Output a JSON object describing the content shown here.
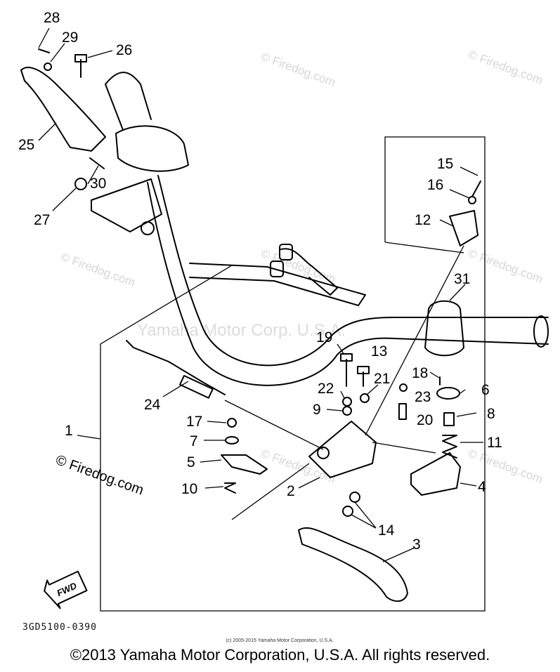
{
  "watermark": {
    "text": "© Firedog.com",
    "center_text": "Yamaha Motor Corp. U.S.A."
  },
  "callouts": [
    "28",
    "29",
    "26",
    "25",
    "30",
    "27",
    "15",
    "16",
    "12",
    "31",
    "19",
    "13",
    "22",
    "21",
    "9",
    "18",
    "23",
    "6",
    "8",
    "20",
    "11",
    "24",
    "1",
    "17",
    "7",
    "5",
    "10",
    "2",
    "4",
    "14",
    "3"
  ],
  "fwd_label": "FWD",
  "part_code": "3GD5100-0390",
  "fine_print": "(c) 2005-2015 Yamaha Motor Corporation, U.S.A.",
  "copyright": "©2013 Yamaha Motor Corporation, U.S.A. All rights reserved."
}
